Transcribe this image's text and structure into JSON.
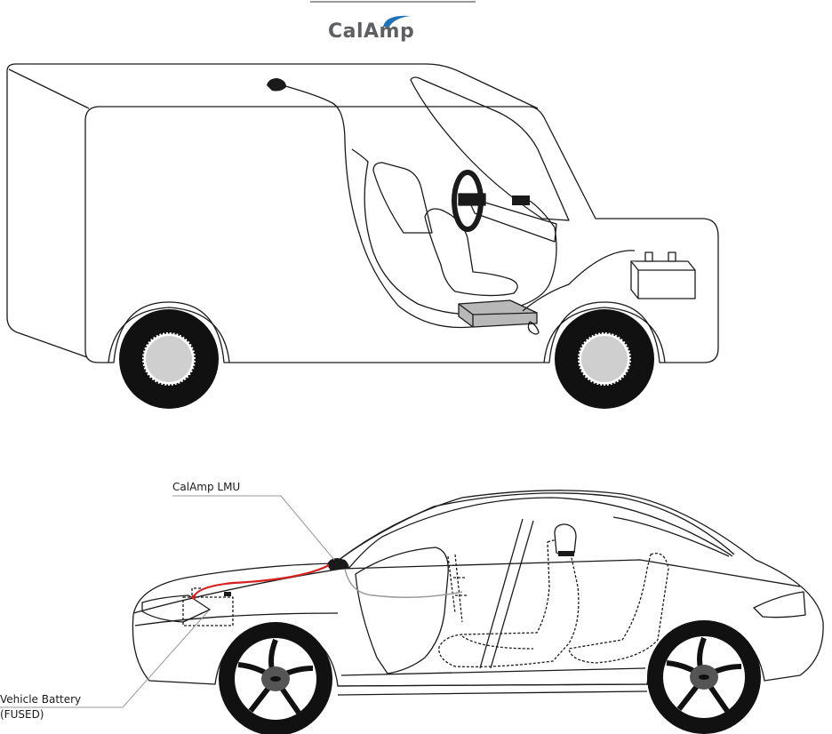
{
  "logo": {
    "text": "CalAmp",
    "text_color": "#5d5f63",
    "swoosh_color": "#1e73b8"
  },
  "callouts": {
    "lmu_label": "CalAmp LMU",
    "battery_label_line1": "Vehicle Battery",
    "battery_label_line2": "(FUSED)"
  },
  "colors": {
    "outline": "#1a1a1a",
    "device_fill": "#b8b8b8",
    "power_wire": "#d42020",
    "leader": "#9a9a9a",
    "hub": "#cfcfcf"
  }
}
